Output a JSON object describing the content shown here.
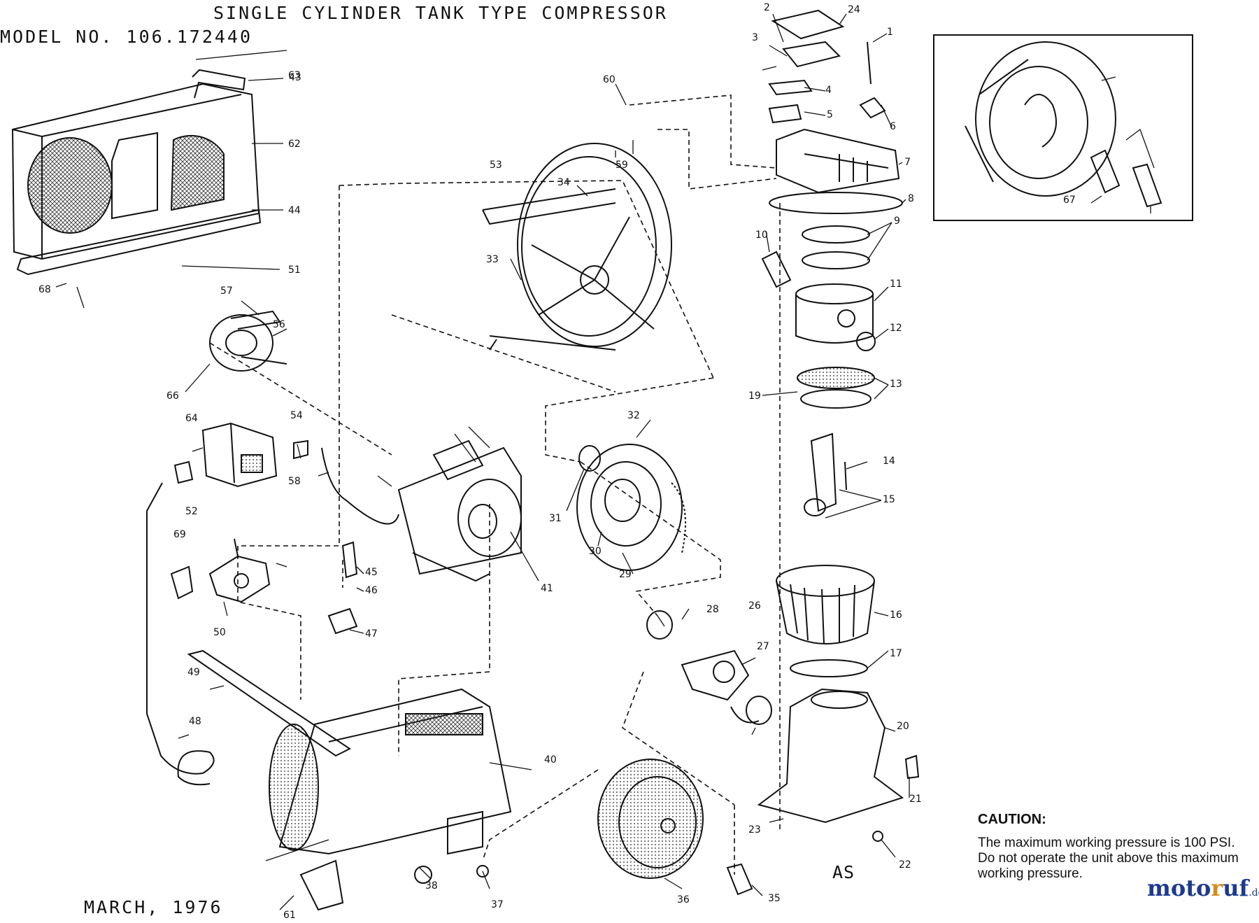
{
  "header": {
    "title": "SINGLE CYLINDER TANK TYPE COMPRESSOR",
    "model": "MODEL NO. 106.172440",
    "date": "MARCH, 1976",
    "drawing_mark": "AS"
  },
  "caution": {
    "heading": "CAUTION:",
    "text": "The maximum working pressure is 100 PSI. Do not operate the unit above this maximum working pressure."
  },
  "watermark": {
    "part1": "moto",
    "part2": "r",
    "part3": "uf",
    "suffix": ".de"
  },
  "colors": {
    "ink": "#111111",
    "brand_blue": "#1d3a8f",
    "brand_orange": "#d68a1c"
  },
  "callouts": [
    "1",
    "2",
    "3",
    "4",
    "5",
    "6",
    "7",
    "8",
    "9",
    "10",
    "11",
    "12",
    "13",
    "14",
    "15",
    "16",
    "17",
    "19",
    "20",
    "21",
    "22",
    "23",
    "24",
    "26",
    "27",
    "28",
    "29",
    "30",
    "31",
    "32",
    "33",
    "34",
    "35",
    "36",
    "37",
    "38",
    "40",
    "41",
    "43",
    "44",
    "45",
    "46",
    "47",
    "48",
    "49",
    "50",
    "51",
    "52",
    "53",
    "54",
    "56",
    "57",
    "58",
    "59",
    "60",
    "61",
    "62",
    "63",
    "64",
    "66",
    "67",
    "68",
    "69"
  ]
}
